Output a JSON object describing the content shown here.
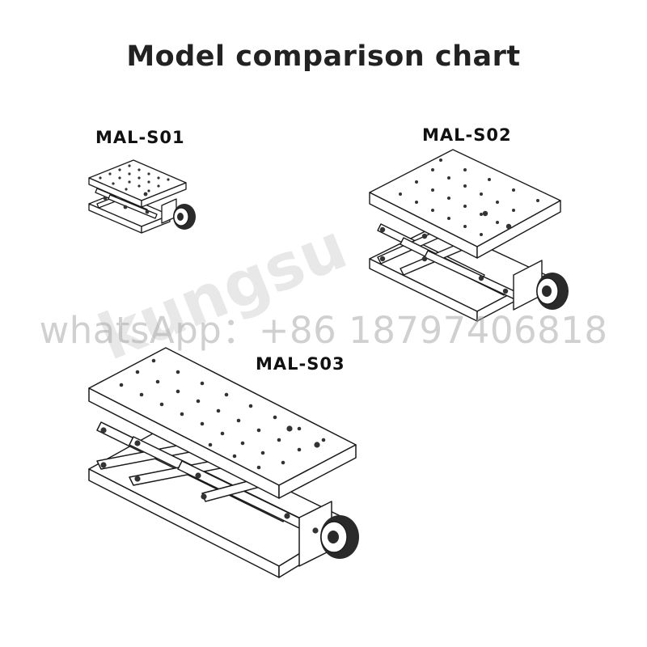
{
  "title": "Model comparison chart",
  "models": [
    {
      "label": "MAL-S01"
    },
    {
      "label": "MAL-S02"
    },
    {
      "label": "MAL-S03"
    }
  ],
  "watermark": {
    "brand": "kungsu",
    "contact": "whatsApp：+86 18797406818"
  },
  "colors": {
    "line": "#1a1a1a",
    "fill": "#ffffff",
    "hole": "#333333",
    "knob": "#2a2a2a"
  }
}
